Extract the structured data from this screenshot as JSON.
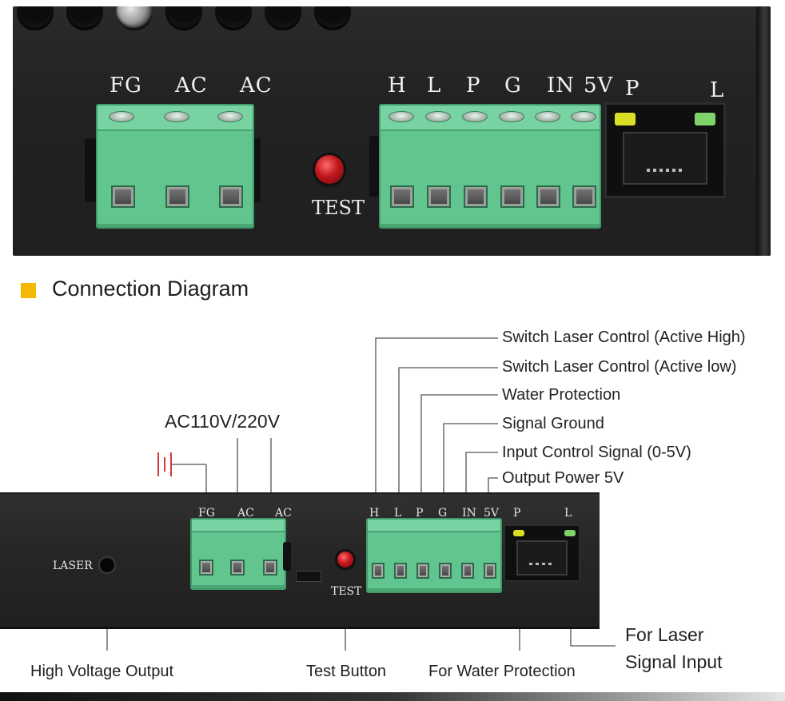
{
  "photo": {
    "terminal_left_labels": [
      "FG",
      "AC",
      "AC"
    ],
    "terminal_right_labels": [
      "H",
      "L",
      "P",
      "G",
      "IN",
      "5V"
    ],
    "port_labels": [
      "P",
      "L"
    ],
    "test_label": "TEST"
  },
  "section": {
    "title": "Connection Diagram",
    "accent_color": "#f5b800"
  },
  "diagram": {
    "ac_label": "AC110V/220V",
    "callouts": [
      "Switch Laser Control (Active High)",
      "Switch Laser Control (Active low)",
      "Water Protection",
      "Signal Ground",
      "Input Control Signal (0-5V)",
      "Output Power 5V"
    ],
    "device": {
      "laser_label": "LASER",
      "terminal_left_labels": [
        "FG",
        "AC",
        "AC"
      ],
      "terminal_right_labels": [
        "H",
        "L",
        "P",
        "G",
        "IN",
        "5V"
      ],
      "port_labels": [
        "P",
        "L"
      ],
      "test_label": "TEST"
    },
    "bottom_labels": {
      "high_voltage": "High Voltage Output",
      "test_button": "Test Button",
      "water_protection": "For Water Protection",
      "laser_signal_line1": "For Laser",
      "laser_signal_line2": "Signal Input"
    }
  },
  "colors": {
    "terminal_green": "#62c48e",
    "test_red": "#c0161c",
    "led_yellow": "#d9e021",
    "led_green": "#7fd36b"
  }
}
